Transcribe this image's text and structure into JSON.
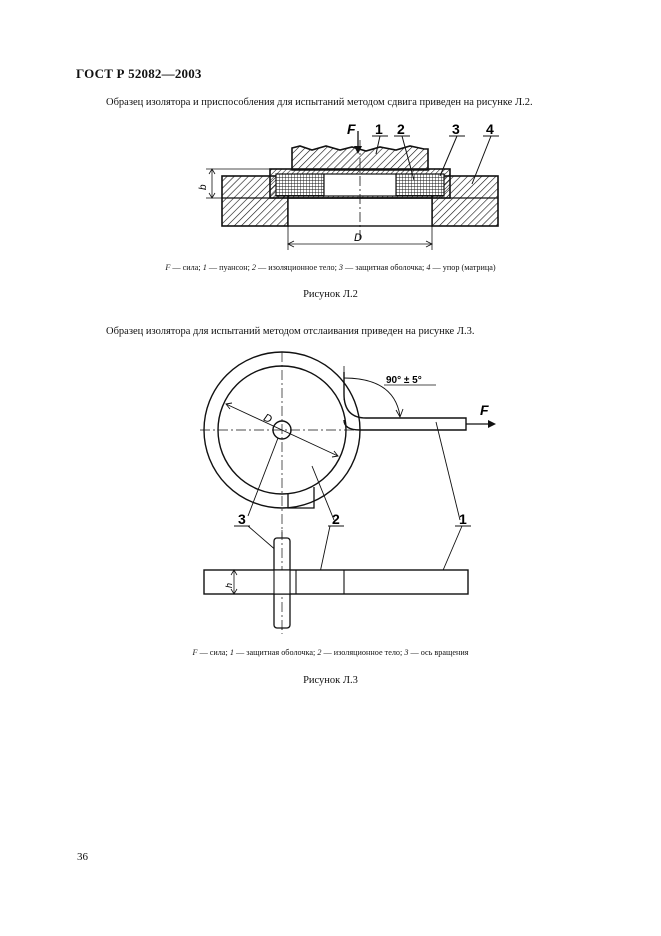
{
  "header": {
    "standard": "ГОСТ Р 52082—2003"
  },
  "paragraphs": {
    "shear": "Образец изолятора и приспособления для испытаний методом сдвига приведен на рисунке Л.2.",
    "peel": "Образец изолятора для испытаний методом отслаивания приведен на рисунке Л.3."
  },
  "figure_l2": {
    "caption_html": "<i>F</i> — сила; <i>1</i> — пуансон; <i>2</i> — изоляционное тело; <i>3</i> — защитная оболочка; <i>4</i> — упор (матрица)",
    "title": "Рисунок Л.2",
    "labels": {
      "force": "F",
      "n1": "1",
      "n2": "2",
      "n3": "3",
      "n4": "4",
      "dim_b": "b",
      "dim_D": "D"
    }
  },
  "figure_l3": {
    "caption_html": "<i>F</i> — сила; <i>1</i> — защитная оболочка; <i>2</i> — изоляционное тело; <i>3</i> — ось вращения",
    "title": "Рисунок Л.3",
    "labels": {
      "angle": "90° ± 5°",
      "force": "F",
      "dim_D": "D",
      "dim_h": "h",
      "n1": "1",
      "n2": "2",
      "n3": "3"
    }
  },
  "page_number": "36"
}
